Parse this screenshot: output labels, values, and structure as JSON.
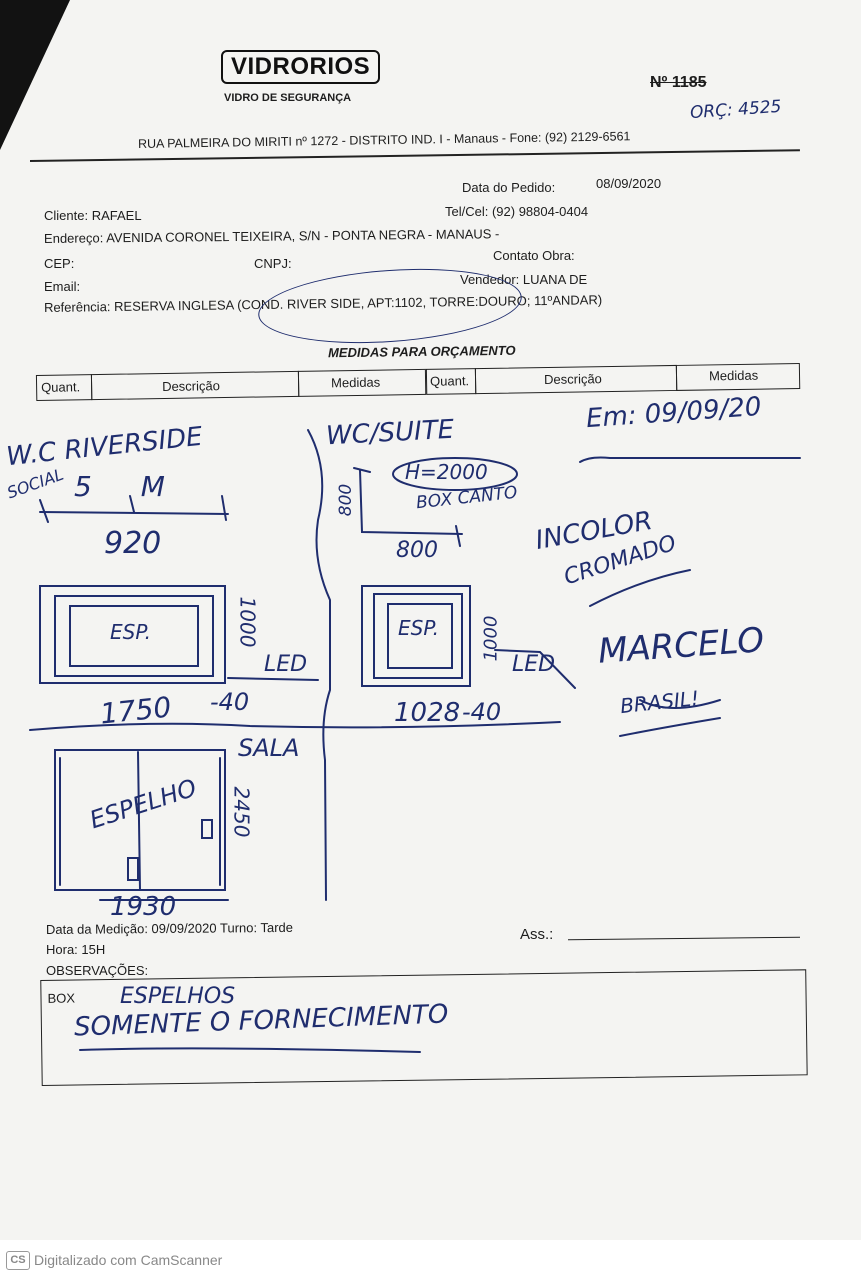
{
  "company": {
    "logo": "VIDRORIOS",
    "tagline": "VIDRO DE SEGURANÇA",
    "address": "RUA PALMEIRA DO MIRITI nº 1272 - DISTRITO IND. I - Manaus - Fone: (92) 2129-6561"
  },
  "form_number": "Nº 1185",
  "handwritten_orc": "ORÇ: 4525",
  "order": {
    "date_label": "Data do Pedido:",
    "date_value": "08/09/2020",
    "client": "Cliente: RAFAEL",
    "phone": "Tel/Cel: (92) 98804-0404",
    "address": "Endereço: AVENIDA CORONEL TEIXEIRA, S/N - PONTA NEGRA - MANAUS -",
    "cep": "CEP:",
    "cnpj": "CNPJ:",
    "contact": "Contato Obra:",
    "email": "Email:",
    "seller": "Vendedor: LUANA DE",
    "reference": "Referência: RESERVA INGLESA (COND. RIVER SIDE, APT:1102, TORRE:DOURO; 11ºANDAR)"
  },
  "table": {
    "title": "MEDIDAS PARA ORÇAMENTO",
    "headers": [
      "Quant.",
      "Descrição",
      "Medidas"
    ]
  },
  "handwritten": {
    "date_note": "Em: 09/09/20",
    "wc_riverside": "W.C RIVERSIDE",
    "social": "SOCIAL",
    "measure_5m": "5 M",
    "num_920": "920",
    "wc_suite": "WC/SUITE",
    "h2000": "H=2000",
    "box_canto": "BOX CANTO",
    "num_800_v": "800",
    "num_800_h": "800",
    "incolor": "INCOLOR",
    "cromado": "CROMADO",
    "esp1": "ESP.",
    "num_1000_a": "1000",
    "led1": "LED",
    "num_1750": "1750",
    "minus40_a": "-40",
    "esp2": "ESP.",
    "num_1000_b": "1000",
    "led2": "LED",
    "num_1028": "1028",
    "minus40_b": "-40",
    "marcelo": "MARCELO",
    "brasil": "BRASIL!",
    "sala": "SALA",
    "espelho": "ESPELHO",
    "num_2450": "2450",
    "num_1930": "1930",
    "obs_espelhos": "ESPELHOS",
    "obs_line": "SOMENTE O FORNECIMENTO"
  },
  "measurement": {
    "date": "Data da Medição: 09/09/2020",
    "turno": "Turno: Tarde",
    "hora": "Hora: 15H",
    "signature": "Ass.:"
  },
  "observacoes": {
    "label": "OBSERVAÇÕES:",
    "box": "BOX"
  },
  "scanner": "Digitalizado com CamScanner",
  "scanner_badge": "CS"
}
